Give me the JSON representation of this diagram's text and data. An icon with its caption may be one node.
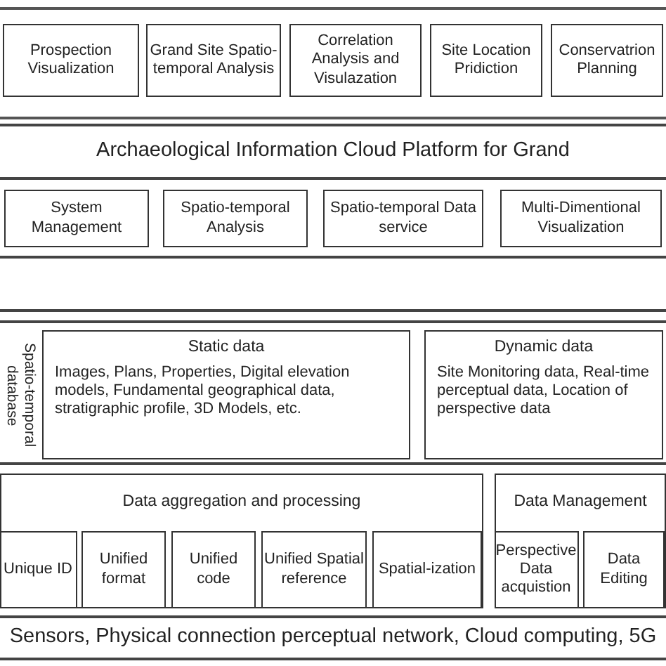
{
  "diagram": {
    "nodes": [
      {
        "text": [
          "Prospection Visualization"
        ]
      },
      {
        "text": [
          "Grand Site Spatio-temporal Analysis"
        ]
      },
      {
        "text": [
          "Correlation Analysis and Visulazation"
        ]
      },
      {
        "text": [
          "Site Location Pridiction"
        ]
      },
      {
        "text": [
          "Conservatrion Planning"
        ]
      },
      {
        "text": [
          "Archaeological Information Cloud Platform for Grand"
        ]
      },
      {
        "text": [
          "System Management"
        ]
      },
      {
        "text": [
          "Spatio-temporal Analysis"
        ]
      },
      {
        "text": [
          "Spatio-temporal Data service"
        ]
      },
      {
        "text": [
          "Multi-Dimentional Visualization"
        ]
      },
      {
        "text": [],
        "shape": "box"
      },
      {
        "text": [
          "Spatio-temporal database"
        ]
      },
      {
        "text": [
          "Static data",
          "Images, Plans, Properties, Digital elevation models, Fundamental geographical data, stratigraphic profile, 3D Models, etc."
        ],
        "in": 11
      },
      {
        "text": [
          "Dynamic data",
          "Site Monitoring data, Real-time perceptual data, Location of perspective data"
        ],
        "in": 11
      },
      {
        "text": [
          "Data aggregation and processing"
        ]
      },
      {
        "text": [
          "Unique ID"
        ],
        "in": 14
      },
      {
        "text": [
          "Unified format"
        ],
        "in": 14
      },
      {
        "text": [
          "Unified code"
        ],
        "in": 14
      },
      {
        "text": [
          "Unified Spatial reference"
        ],
        "in": 14
      },
      {
        "text": [
          "Spatial-ization"
        ],
        "in": 14
      },
      {
        "text": [
          "Data Management"
        ]
      },
      {
        "text": [
          "Perspective Data acquistion"
        ],
        "in": 20
      },
      {
        "text": [
          "Data Editing"
        ],
        "in": 20
      },
      {
        "text": [
          "Sensors, Physical connection perceptual network, Cloud computing, 5G"
        ]
      }
    ],
    "edges": []
  }
}
